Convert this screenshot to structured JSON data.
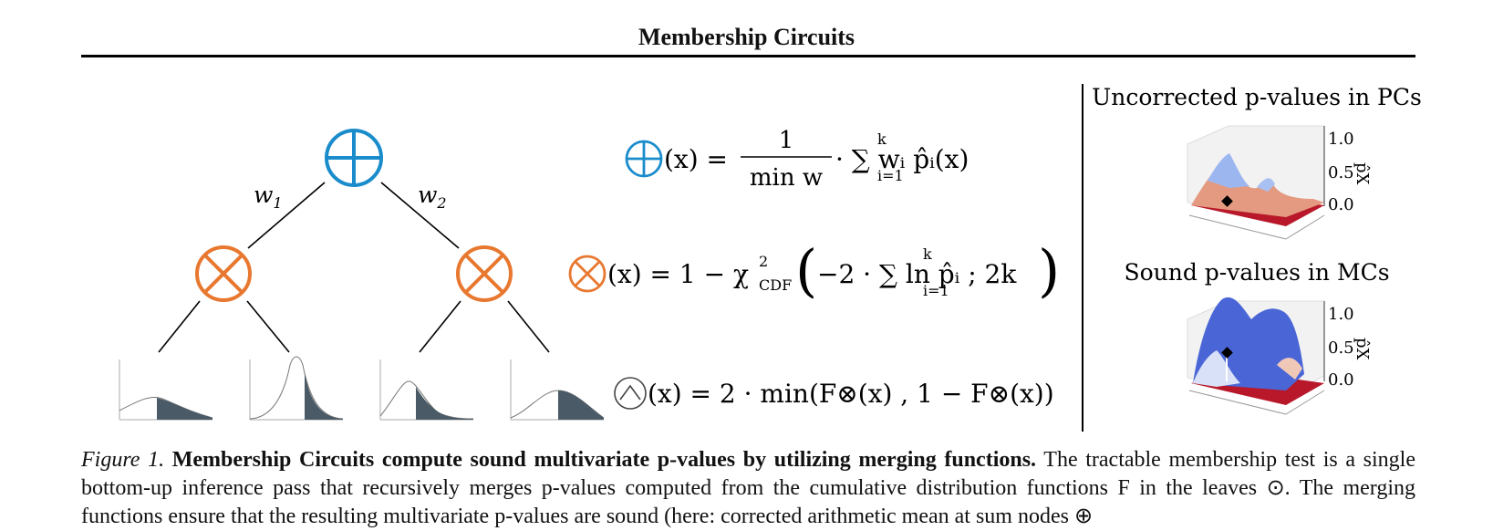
{
  "header": {
    "title": "Membership Circuits"
  },
  "diagram": {
    "edge_labels": [
      "w",
      "w"
    ],
    "edge_label_subs": [
      "1",
      "2"
    ]
  },
  "equations": {
    "sum": {
      "lhs": "(x) =",
      "numerator": "1",
      "denominator": "min w",
      "rhs": "· ∑ wᵢ p̂ᵢ(x)",
      "sum_upper": "k",
      "sum_lower": "i=1"
    },
    "product": {
      "lhs": "(x) = 1 − χ",
      "chi_sup": "2",
      "chi_sub": "CDF",
      "body": "−2 · ∑ ln p̂ᵢ ; 2k",
      "sum_upper": "k",
      "sum_lower": "i=1"
    },
    "min": {
      "text": "(x) = 2 · min(F⊗(x) , 1 − F⊗(x))"
    }
  },
  "right_panel": {
    "top_title": "Uncorrected p-values in PCs",
    "bottom_title": "Sound p-values in MCs",
    "axis_ticks": [
      "1.0",
      "0.5",
      "0.0"
    ],
    "axis_label": "p̂X"
  },
  "caption": {
    "label": "Figure 1.",
    "bold": "Membership Circuits compute sound multivariate p-values by utilizing merging functions.",
    "line1_rest": "The tractable membership test",
    "line2": "is a single bottom-up inference pass that recursively merges p-values computed from the cumulative distribution functions F in the leaves",
    "line3": "⊙. The merging functions ensure that the resulting multivariate p-values are sound (here: corrected arithmetic mean at sum nodes ⊕"
  },
  "colors": {
    "sum_node": "#1a8ccc",
    "product_node": "#e8782f",
    "leaf_fill": "#4a5a66",
    "surface_red": "#c0182a",
    "surface_blue": "#4a66d6"
  }
}
